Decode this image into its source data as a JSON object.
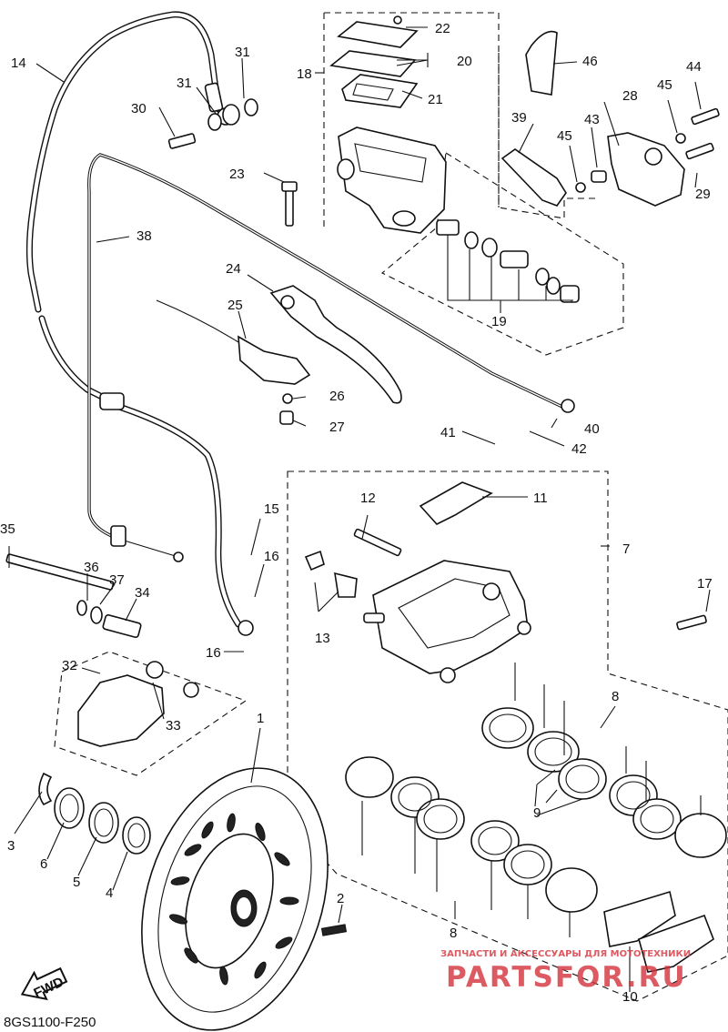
{
  "diagram_code": "8GS1100-F250",
  "fwd_label": "FWD",
  "watermark": {
    "caption": "ЗАПЧАСТИ И АКСЕССУАРЫ ДЛЯ МОТОТЕХНИКИ",
    "brand": "PARTSFOR.RU",
    "color": "#d4313a"
  },
  "callouts": [
    "1",
    "2",
    "3",
    "4",
    "5",
    "6",
    "7",
    "8",
    "8",
    "9",
    "10",
    "11",
    "12",
    "13",
    "14",
    "15",
    "16",
    "16",
    "17",
    "18",
    "19",
    "20",
    "21",
    "22",
    "23",
    "24",
    "25",
    "26",
    "27",
    "28",
    "29",
    "30",
    "31",
    "31",
    "32",
    "33",
    "34",
    "35",
    "36",
    "37",
    "38",
    "39",
    "40",
    "41",
    "42",
    "43",
    "44",
    "45",
    "45",
    "46"
  ]
}
